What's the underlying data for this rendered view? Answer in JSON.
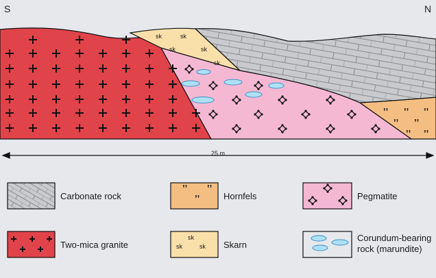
{
  "directions": {
    "left": "S",
    "right": "N"
  },
  "scale_label": "25 m",
  "symbols": {
    "skarn": "sk",
    "hornfels": ",,",
    "granite": "+"
  },
  "colors": {
    "background": "#e6e8eb",
    "granite": "#e0434a",
    "skarn": "#f9dfaa",
    "pegmatite": "#f5b8d3",
    "hornfels": "#f4be83",
    "carbonate": "#c9cacd",
    "corundum": "#aee1f7"
  },
  "legend": [
    {
      "id": "carbonate",
      "label": "Carbonate rock"
    },
    {
      "id": "hornfels",
      "label": "Hornfels"
    },
    {
      "id": "pegmatite",
      "label": "Pegmatite"
    },
    {
      "id": "granite",
      "label": "Two-mica granite"
    },
    {
      "id": "skarn",
      "label": "Skarn"
    },
    {
      "id": "corundum",
      "label": "Corundum-bearing rock (marundite)"
    }
  ]
}
